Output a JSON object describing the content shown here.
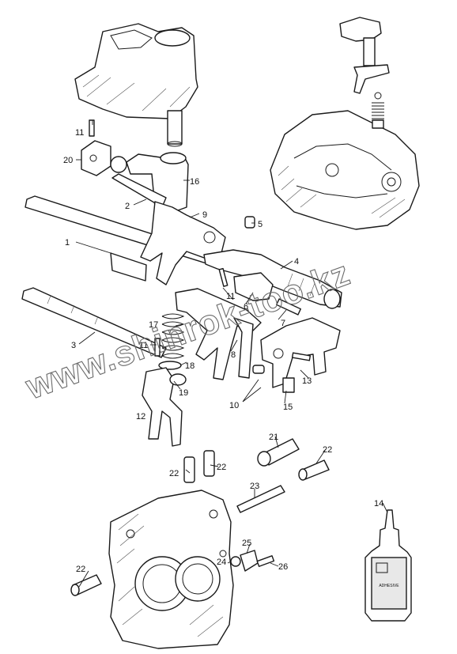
{
  "watermark": "www.shinrok-too.kz",
  "callouts": {
    "c1": "1",
    "c2": "2",
    "c3": "3",
    "c4": "4",
    "c5": "5",
    "c6": "6",
    "c7": "7",
    "c8": "8",
    "c9": "9",
    "c10": "10",
    "c11a": "11",
    "c11b": "11",
    "c11c": "11",
    "c12": "12",
    "c13": "13",
    "c14": "14",
    "c15": "15",
    "c16": "16",
    "c17": "17",
    "c18": "18",
    "c19": "19",
    "c20": "20",
    "c21": "21",
    "c22a": "22",
    "c22b": "22",
    "c22c": "22",
    "c22d": "22",
    "c23": "23",
    "c24": "24",
    "c25": "25",
    "c26": "26"
  },
  "bottle_label": "ADHESIVE"
}
